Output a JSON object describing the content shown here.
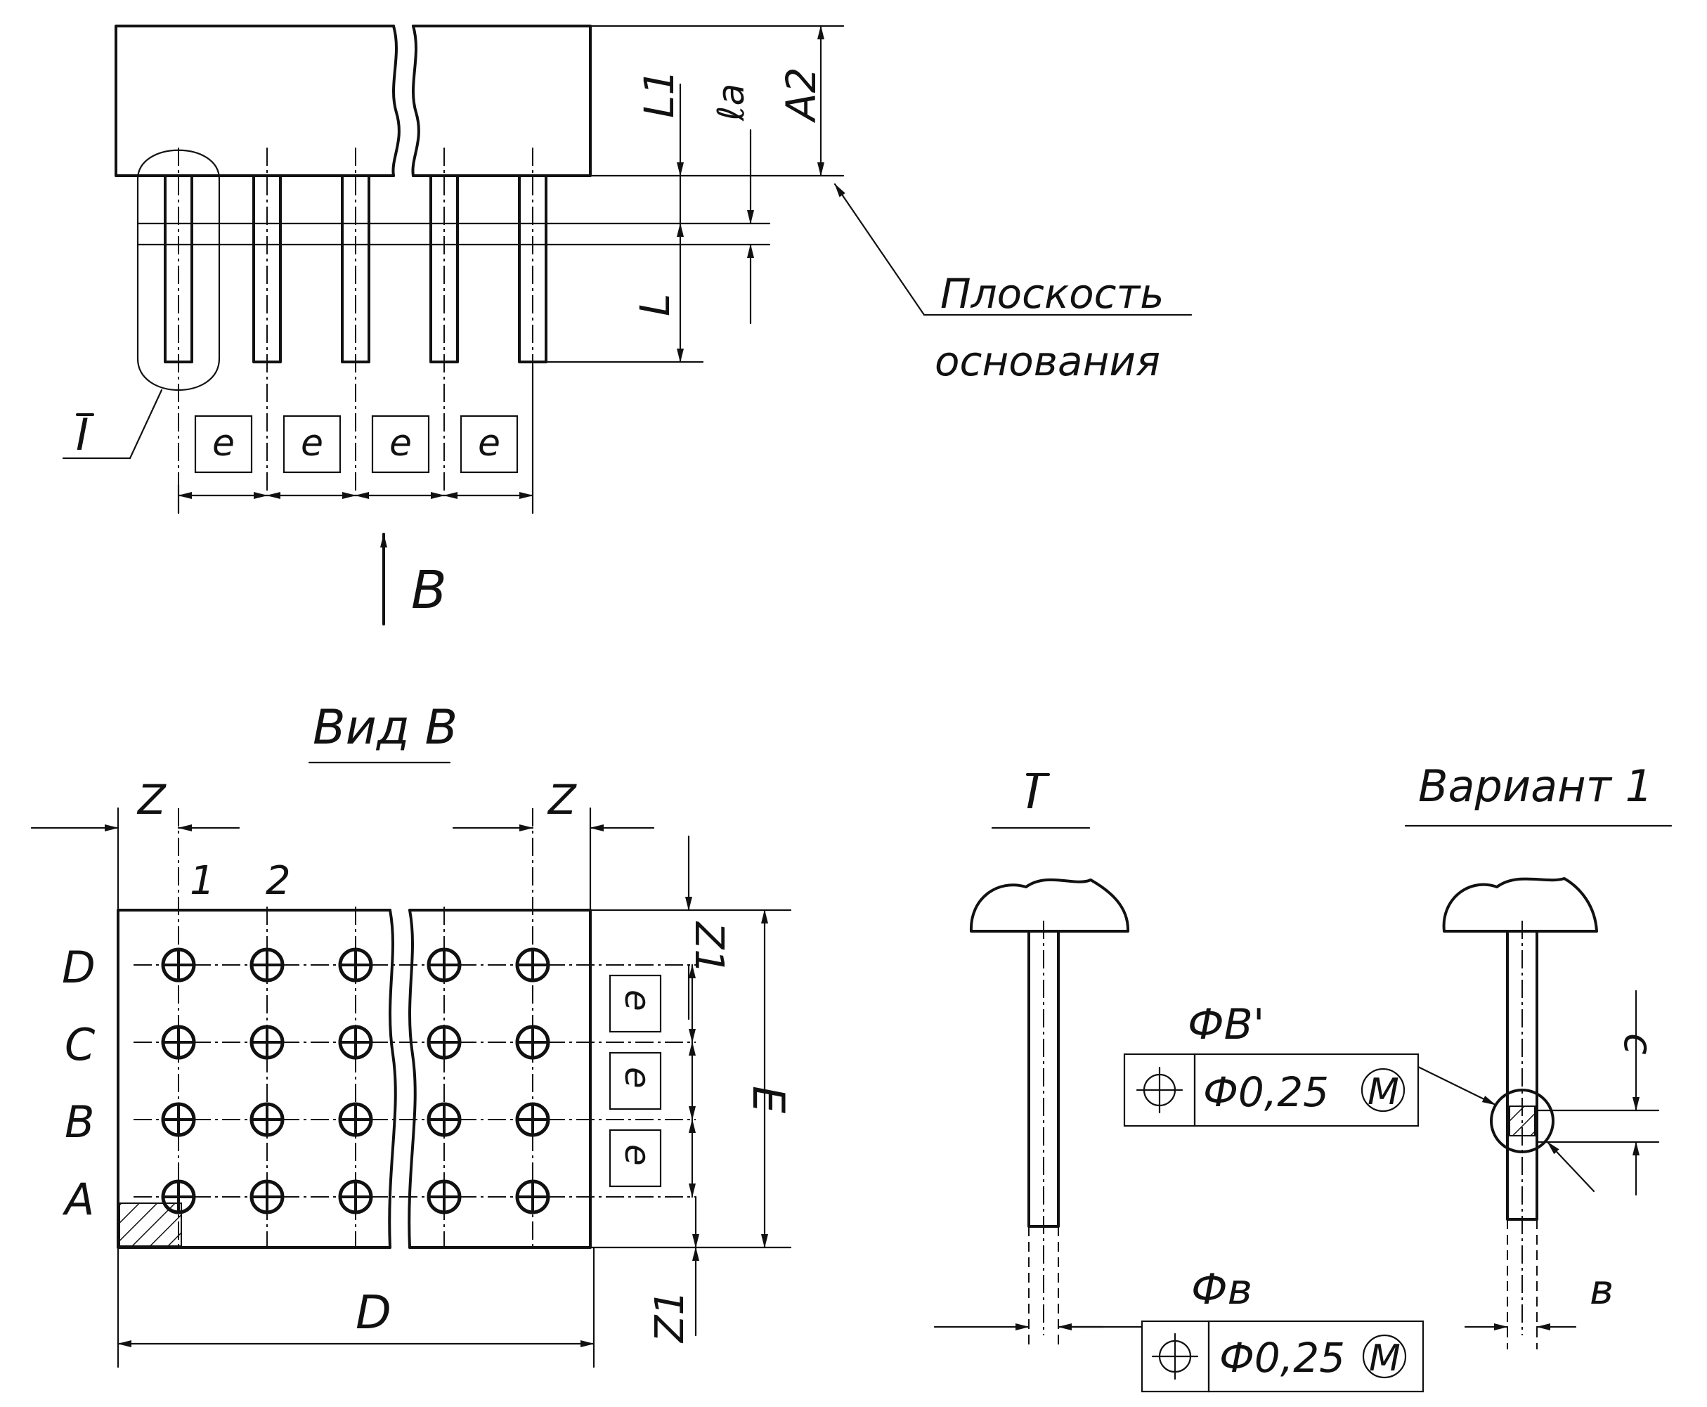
{
  "labels": {
    "l1": "L1",
    "la": "ℓa",
    "a2": "A2",
    "l": "L",
    "plane_line1": "Плоскость",
    "plane_line2": "основания",
    "detail_mark": "I",
    "pitch": "e",
    "view_arrow": "B",
    "view_title": "Вид B",
    "z": "Z",
    "col1": "1",
    "col2": "2",
    "row_d": "D",
    "row_c": "C",
    "row_b": "B",
    "row_a": "A",
    "z1": "Z1",
    "e_dim": "E",
    "d_dim": "D",
    "detail_title": "I",
    "variant_title": "Вариант 1",
    "phi_b_prime": "ФB'",
    "phi_b": "Фв",
    "c_dim": "c",
    "b_dim": "в"
  },
  "tolerance_frames": {
    "upper": {
      "symbol": "position-icon",
      "value": "Ф0,25",
      "modifier": "M"
    },
    "lower": {
      "symbol": "position-icon",
      "value": "Ф0,25",
      "modifier": "M"
    }
  }
}
